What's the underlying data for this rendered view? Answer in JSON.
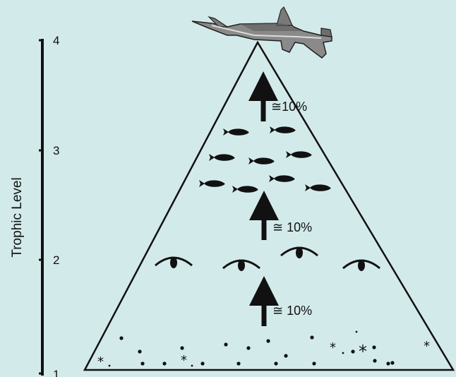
{
  "axis": {
    "title": "Trophic Level",
    "ticks": [
      "1",
      "2",
      "3",
      "4"
    ]
  },
  "transfers": [
    "≅10%",
    "≅ 10%",
    "≅ 10%"
  ],
  "colors": {
    "background": "#d3eaea",
    "ink": "#111111",
    "shark_body": "#8a8a8a"
  },
  "icons": {
    "apex": "hammerhead-shark-icon",
    "level3": "fish-icon",
    "level2": "zooplankton-icon",
    "level1": "phytoplankton-dots"
  }
}
